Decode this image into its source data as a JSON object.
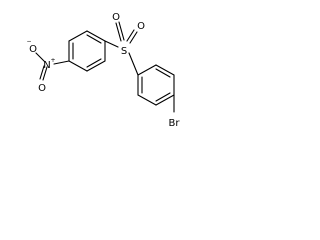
{
  "molecule": {
    "atoms": {
      "sulfur": "S",
      "sulfonyl_oxygen_left": "O",
      "sulfonyl_oxygen_right": "O",
      "nitrogen": "N",
      "nitro_oxygen_top": "O",
      "nitro_oxygen_bottom": "O",
      "bromine": "Br"
    },
    "charges": {
      "nitrogen_plus": "+",
      "oxygen_minus": "−"
    }
  }
}
